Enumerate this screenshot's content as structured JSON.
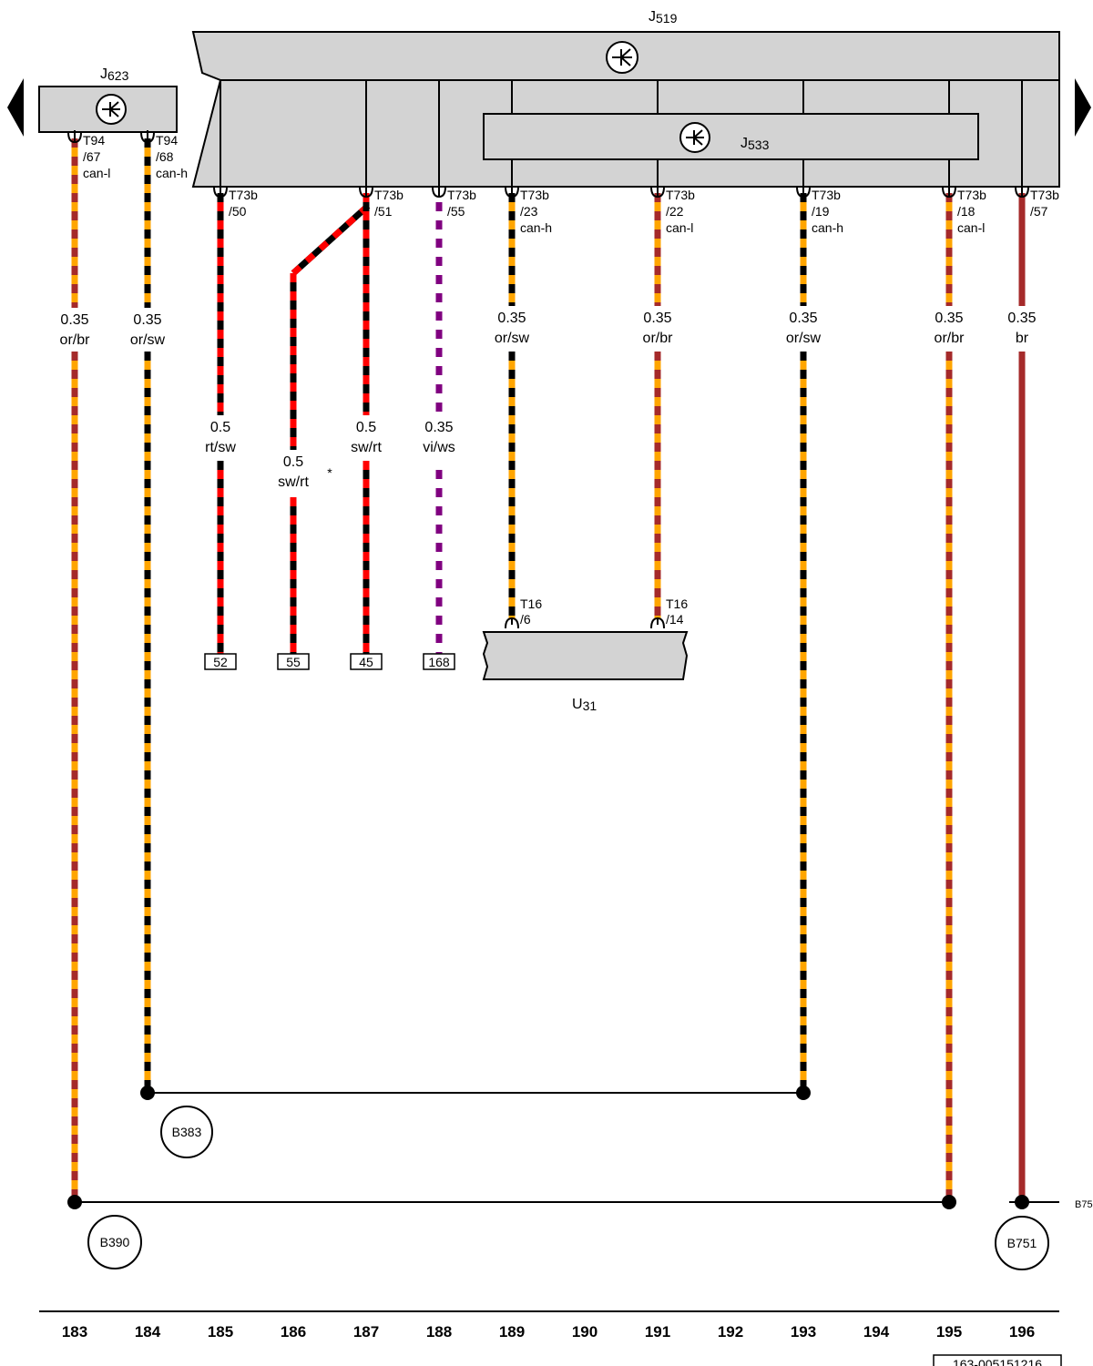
{
  "components": {
    "j519": {
      "name": "J",
      "sub": "519"
    },
    "j623": {
      "name": "J",
      "sub": "623"
    },
    "j533": {
      "name": "J",
      "sub": "533"
    },
    "u31": {
      "name": "U",
      "sub": "31"
    }
  },
  "wire_colors": {
    "or": "#ffa500",
    "br": "#a52a2a",
    "sw": "#000000",
    "rt": "#ff0000",
    "vi": "#800080",
    "ws": "#ffffff",
    "housing": "#d3d3d3"
  },
  "wires": [
    {
      "id": "w183",
      "col": "183",
      "pin": [
        "T94",
        "/67",
        "can-l"
      ],
      "size": "0.35",
      "color": "or/br"
    },
    {
      "id": "w184",
      "col": "184",
      "pin": [
        "T94",
        "/68",
        "can-h"
      ],
      "size": "0.35",
      "color": "or/sw"
    },
    {
      "id": "w185",
      "col": "185",
      "pin": [
        "T73b",
        "/50"
      ],
      "size": "0.5",
      "color": "rt/sw",
      "ref": "52"
    },
    {
      "id": "w186",
      "col": "186",
      "size": "0.5",
      "color": "sw/rt",
      "ref": "55",
      "note": "*"
    },
    {
      "id": "w187",
      "col": "187",
      "pin": [
        "T73b",
        "/51"
      ],
      "size": "0.5",
      "color": "sw/rt",
      "ref": "45"
    },
    {
      "id": "w188",
      "col": "188",
      "pin": [
        "T73b",
        "/55"
      ],
      "size": "0.35",
      "color": "vi/ws",
      "ref": "168"
    },
    {
      "id": "w189",
      "col": "189",
      "pin": [
        "T73b",
        "/23",
        "can-h"
      ],
      "size": "0.35",
      "color": "or/sw",
      "end_pin": [
        "T16",
        "/6"
      ]
    },
    {
      "id": "w191",
      "col": "191",
      "pin": [
        "T73b",
        "/22",
        "can-l"
      ],
      "size": "0.35",
      "color": "or/br",
      "end_pin": [
        "T16",
        "/14"
      ]
    },
    {
      "id": "w193",
      "col": "193",
      "pin": [
        "T73b",
        "/19",
        "can-h"
      ],
      "size": "0.35",
      "color": "or/sw"
    },
    {
      "id": "w195",
      "col": "195",
      "pin": [
        "T73b",
        "/18",
        "can-l"
      ],
      "size": "0.35",
      "color": "or/br"
    },
    {
      "id": "w196",
      "col": "196",
      "pin": [
        "T73b",
        "/57"
      ],
      "size": "0.35",
      "color": "br"
    }
  ],
  "junctions": {
    "b383": "B383",
    "b390": "B390",
    "b751": "B751",
    "b75_stub": "B75"
  },
  "columns": [
    "183",
    "184",
    "185",
    "186",
    "187",
    "188",
    "189",
    "190",
    "191",
    "192",
    "193",
    "194",
    "195",
    "196"
  ],
  "footer": {
    "doc_id": "163-005151216"
  },
  "nav": {
    "prev_icon": "arrow-left-icon",
    "next_icon": "arrow-right-icon"
  },
  "icons": {
    "bus": "can-bus-icon"
  }
}
